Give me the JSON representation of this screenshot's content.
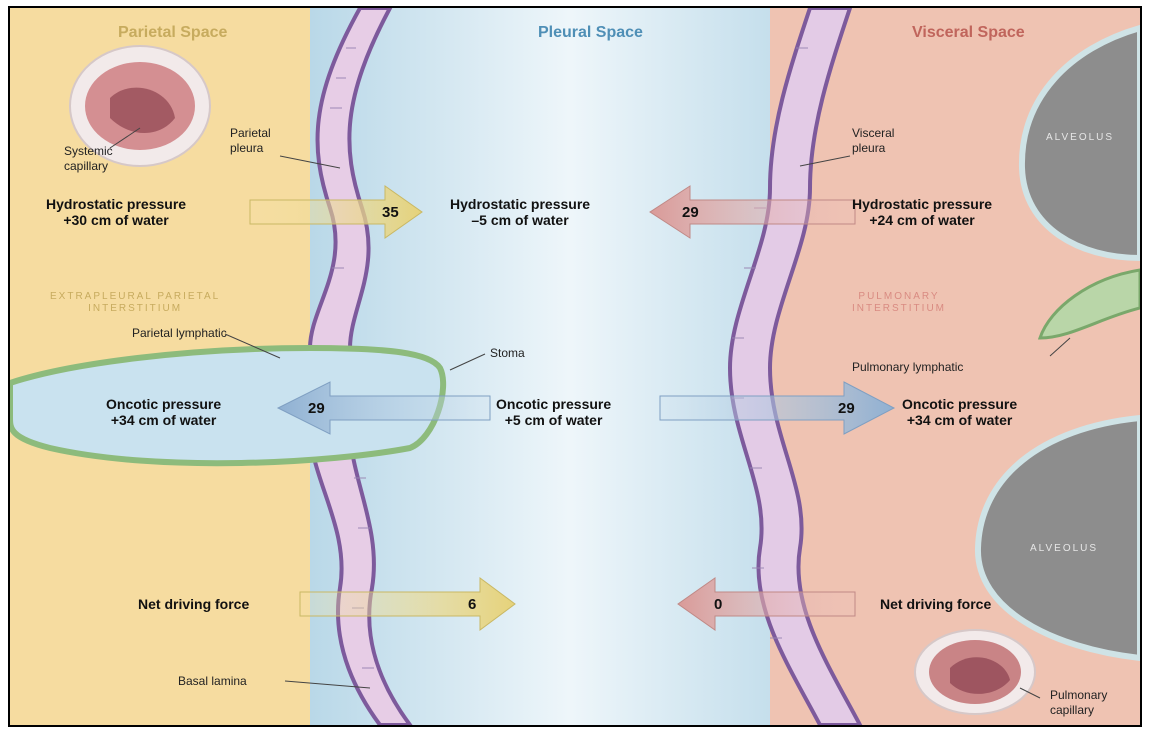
{
  "regions": {
    "parietal": "Parietal Space",
    "pleural": "Pleural Space",
    "visceral": "Visceral Space"
  },
  "captions": {
    "extrapleural_1": "EXTRAPLEURAL PARIETAL",
    "extrapleural_2": "INTERSTITIUM",
    "pulmonary_1": "PULMONARY",
    "pulmonary_2": "INTERSTITIUM",
    "alveolus_top": "ALVEOLUS",
    "alveolus_bottom": "ALVEOLUS"
  },
  "labels": {
    "systemic_1": "Systemic",
    "systemic_2": "capillary",
    "parietal_pleura_1": "Parietal",
    "parietal_pleura_2": "pleura",
    "visceral_pleura_1": "Visceral",
    "visceral_pleura_2": "pleura",
    "parietal_lymphatic": "Parietal lymphatic",
    "stoma": "Stoma",
    "pulmonary_lymphatic": "Pulmonary lymphatic",
    "basal_lamina": "Basal lamina",
    "pulmonary_cap_1": "Pulmonary",
    "pulmonary_cap_2": "capillary"
  },
  "pressures": {
    "hydro_left_1": "Hydrostatic pressure",
    "hydro_left_2": "+30 cm of water",
    "hydro_mid_1": "Hydrostatic pressure",
    "hydro_mid_2": "–5 cm of water",
    "hydro_right_1": "Hydrostatic pressure",
    "hydro_right_2": "+24 cm of water",
    "onco_left_1": "Oncotic pressure",
    "onco_left_2": "+34 cm of water",
    "onco_mid_1": "Oncotic pressure",
    "onco_mid_2": "+5 cm of water",
    "onco_right_1": "Oncotic pressure",
    "onco_right_2": "+34 cm of water",
    "net_left": "Net driving force",
    "net_right": "Net driving force"
  },
  "arrow_values": {
    "hydro_left": "35",
    "hydro_right": "29",
    "onco_left": "29",
    "onco_right": "29",
    "net_left": "6",
    "net_right": "0"
  },
  "colors": {
    "parietal_bg": "#f6dca0",
    "pleural_bg": "#cfe6f1",
    "visceral_bg": "#efc3b2",
    "yellow_arrow": "#ecd98a",
    "red_arrow": "#e1a6a3",
    "blue_arrow": "#9fbcd8",
    "membrane_purple": "#7d5a9c",
    "lymphatic_green": "#9cc28a",
    "alveolus_gray": "#8d8d8d"
  }
}
